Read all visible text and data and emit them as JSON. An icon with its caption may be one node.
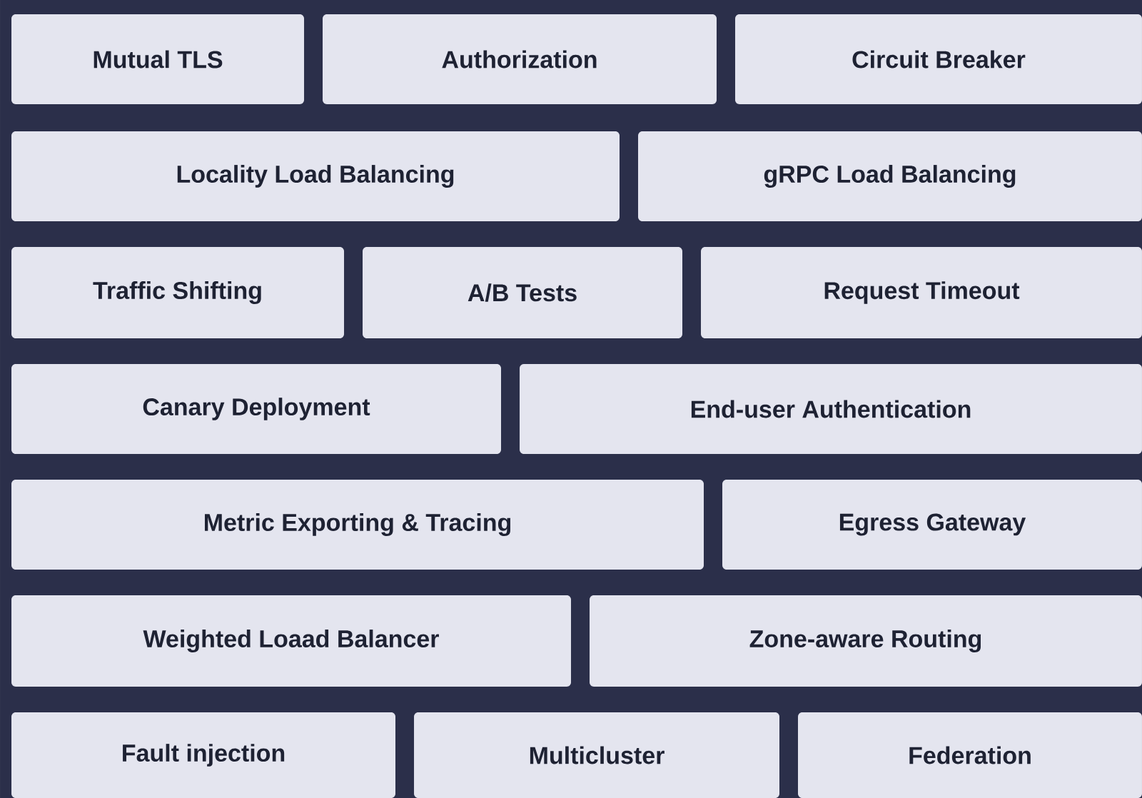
{
  "diagram": {
    "nodes": [
      {
        "text": [
          "Mutual TLS"
        ]
      },
      {
        "text": [
          "Authorization"
        ]
      },
      {
        "text": [
          "Circuit Breaker"
        ]
      },
      {
        "text": [
          "Locality Load Balancing"
        ]
      },
      {
        "text": [
          "gRPC Load Balancing"
        ]
      },
      {
        "text": [
          "Traffic Shifting"
        ]
      },
      {
        "text": [
          "A/B Tests"
        ]
      },
      {
        "text": [
          "Request Timeout"
        ]
      },
      {
        "text": [
          "Canary Deployment"
        ]
      },
      {
        "text": [
          "End-user Authentication"
        ]
      },
      {
        "text": [
          "Metric Exporting & Tracing"
        ]
      },
      {
        "text": [
          "Egress Gateway"
        ]
      },
      {
        "text": [
          "Weighted Loaad Balancer"
        ]
      },
      {
        "text": [
          "Zone-aware Routing"
        ]
      },
      {
        "text": [
          "Fault injection"
        ]
      },
      {
        "text": [
          "Multicluster"
        ]
      },
      {
        "text": [
          "Federation"
        ]
      }
    ]
  }
}
